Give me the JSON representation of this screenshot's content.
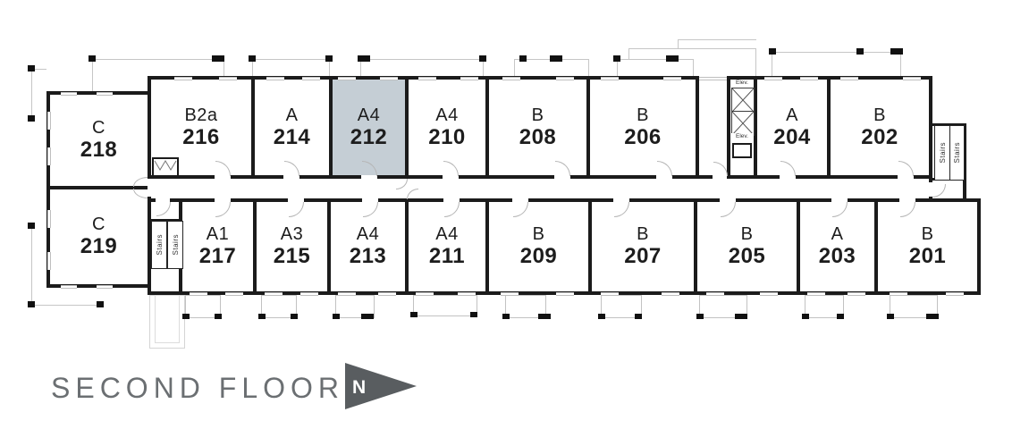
{
  "title": "SECOND FLOOR",
  "north": "N",
  "labels": {
    "stairs": "Stairs",
    "elevator": "Elev."
  },
  "colors": {
    "highlight": "#c5ced5",
    "wall": "#1b1b1b",
    "title_text": "#6b6f72",
    "north_arrow": "#595d60"
  },
  "units": [
    {
      "type": "C",
      "number": "218",
      "highlighted": false
    },
    {
      "type": "B2a",
      "number": "216",
      "highlighted": false
    },
    {
      "type": "A",
      "number": "214",
      "highlighted": false
    },
    {
      "type": "A4",
      "number": "212",
      "highlighted": true
    },
    {
      "type": "A4",
      "number": "210",
      "highlighted": false
    },
    {
      "type": "B",
      "number": "208",
      "highlighted": false
    },
    {
      "type": "B",
      "number": "206",
      "highlighted": false
    },
    {
      "type": "A",
      "number": "204",
      "highlighted": false
    },
    {
      "type": "B",
      "number": "202",
      "highlighted": false
    },
    {
      "type": "C",
      "number": "219",
      "highlighted": false
    },
    {
      "type": "A1",
      "number": "217",
      "highlighted": false
    },
    {
      "type": "A3",
      "number": "215",
      "highlighted": false
    },
    {
      "type": "A4",
      "number": "213",
      "highlighted": false
    },
    {
      "type": "A4",
      "number": "211",
      "highlighted": false
    },
    {
      "type": "B",
      "number": "209",
      "highlighted": false
    },
    {
      "type": "B",
      "number": "207",
      "highlighted": false
    },
    {
      "type": "B",
      "number": "205",
      "highlighted": false
    },
    {
      "type": "A",
      "number": "203",
      "highlighted": false
    },
    {
      "type": "B",
      "number": "201",
      "highlighted": false
    }
  ]
}
